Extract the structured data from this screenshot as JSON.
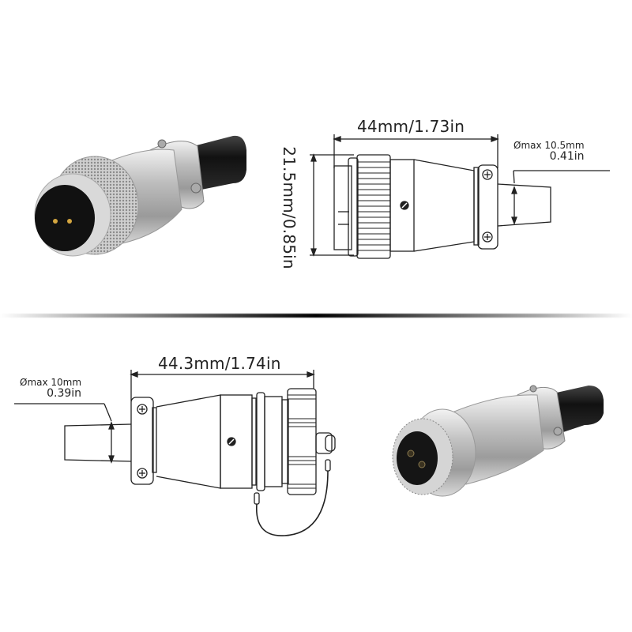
{
  "top": {
    "male_plug_photo": {
      "label": "male plug connector photo",
      "pins": 2
    },
    "drawing": {
      "length_label": "44mm/1.73in",
      "height_label": "21.5mm/0.85in",
      "cable_diameter_line1": "Ømax 10.5mm",
      "cable_diameter_line2": "0.41in"
    }
  },
  "bottom": {
    "drawing": {
      "length_label": "44.3mm/1.74in",
      "cable_diameter_line1": "Ømax 10mm",
      "cable_diameter_line2": "0.39in"
    },
    "female_socket_photo": {
      "label": "female socket connector photo",
      "pins": 2
    }
  },
  "colors": {
    "line": "#222222",
    "metal": "#c9c9c9",
    "cable": "#1a1a1a",
    "pin": "#d4a640"
  }
}
